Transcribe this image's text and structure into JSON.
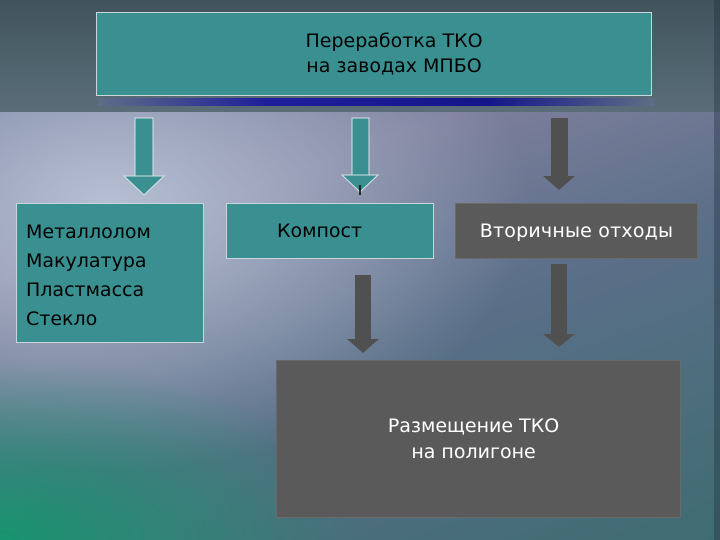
{
  "colors": {
    "teal_box": "#3a8f90",
    "dark_box": "#5a5a5a",
    "teal_arrow": "#3a8f90",
    "dark_arrow": "#505050"
  },
  "top": {
    "line1": "Переработка ТКО",
    "line2": "на заводах МПБО"
  },
  "materials": {
    "items": [
      "Металлолом",
      "Макулатура",
      "Пластмасса",
      "Стекло"
    ]
  },
  "compost": {
    "label": "Компост"
  },
  "secondary_waste": {
    "label": "Вторичные отходы"
  },
  "landfill": {
    "line1": "Размещение ТКО",
    "line2": "на полигоне"
  }
}
